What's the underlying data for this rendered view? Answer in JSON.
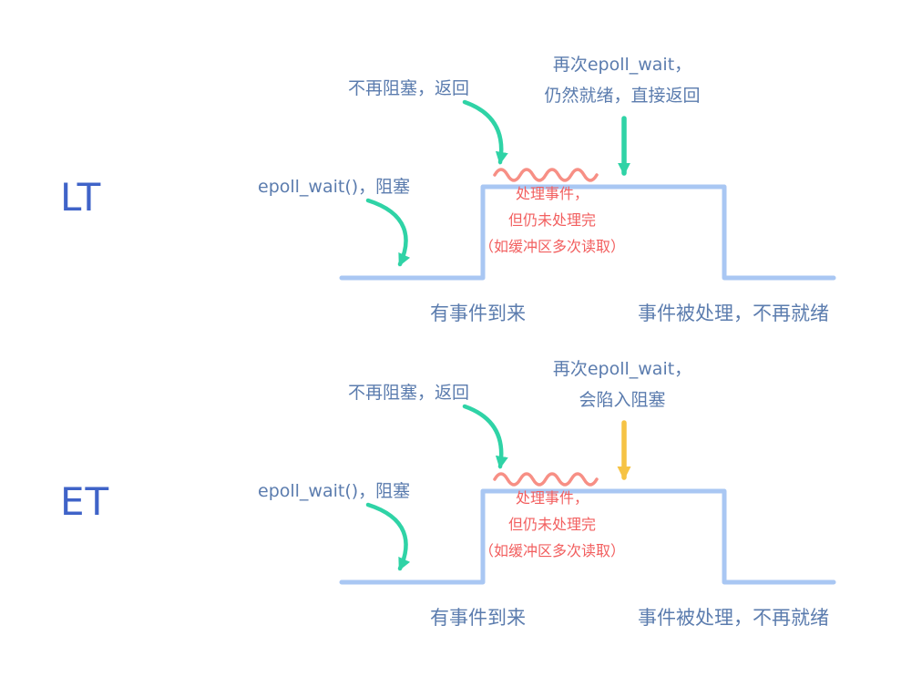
{
  "colors": {
    "signal": "#a9c7f3",
    "arrow_green": "#2fd3a6",
    "arrow_yellow": "#f6c344",
    "text_blue": "#5b7cae",
    "label_blue": "#3f63c8",
    "red_text": "#f25f5f",
    "squiggle": "#f78f85"
  },
  "diagrams": [
    {
      "label": "LT",
      "epoll_wait_label": "epoll_wait()，阻塞",
      "no_block_label": "不再阻塞，返回",
      "again_label": "再次epoll_wait，\n仍然就绪，直接返回",
      "processing_label": "处理事件，\n但仍未处理完\n（如缓冲区多次读取）",
      "event_arrive_label": "有事件到来",
      "event_done_label": "事件被处理，不再就绪"
    },
    {
      "label": "ET",
      "epoll_wait_label": "epoll_wait()，阻塞",
      "no_block_label": "不再阻塞，返回",
      "again_label": "再次epoll_wait，\n会陷入阻塞",
      "processing_label": "处理事件，\n但仍未处理完\n（如缓冲区多次读取）",
      "event_arrive_label": "有事件到来",
      "event_done_label": "事件被处理，不再就绪"
    }
  ]
}
